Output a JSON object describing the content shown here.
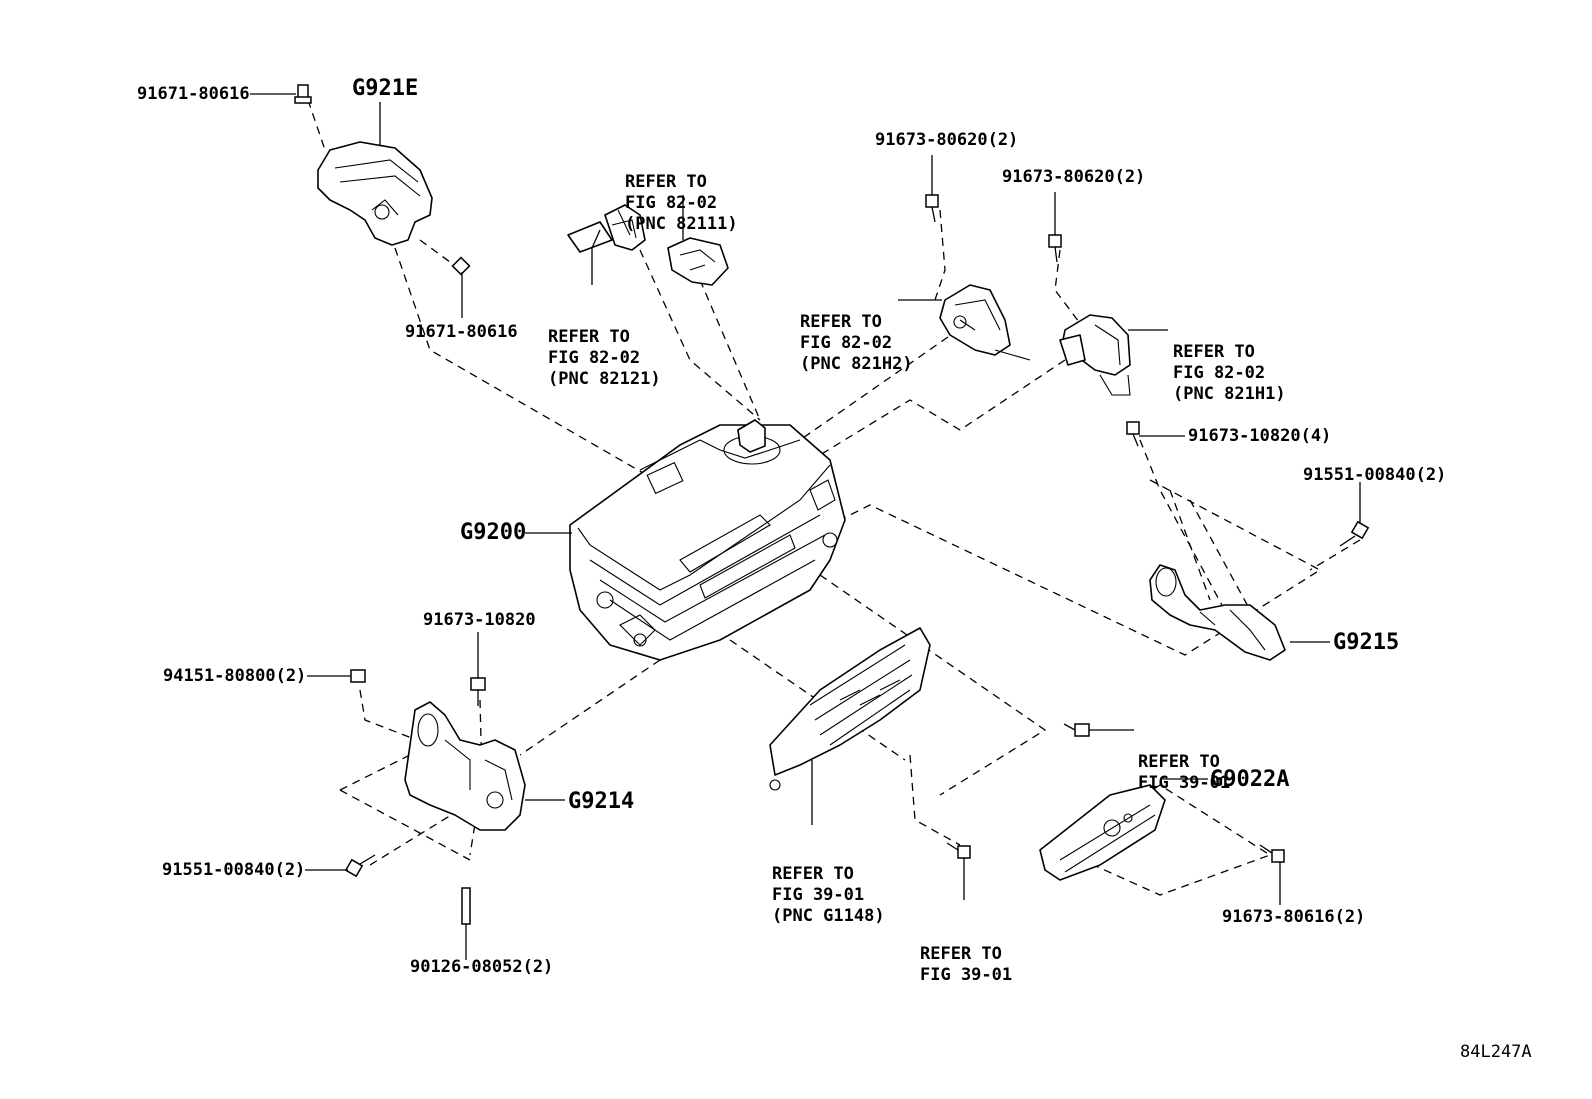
{
  "labels": {
    "cover_top": "G921E",
    "inverter": "G9200",
    "bracket_right": "G9215",
    "bracket_left": "G9214",
    "cover_small": "G9022A",
    "bolt_top_left": "91671-80616",
    "bolt_cover_side": "91671-80616",
    "bolt_sensor_a": "91673-80620(2)",
    "bolt_sensor_b": "91673-80620(2)",
    "bolt_right_4": "91673-10820(4)",
    "bolt_right_bracket": "91551-00840(2)",
    "bolt_left_single": "91673-10820",
    "nut_left": "94151-80800(2)",
    "bolt_left_bracket": "91551-00840(2)",
    "stud_left": "90126-08052(2)",
    "bolt_cover_small": "91673-80616(2)",
    "drawing_code": "84L247A"
  },
  "refs": {
    "ref_82111": [
      "REFER TO",
      "FIG 82-02",
      "(PNC 82111)"
    ],
    "ref_82121": [
      "REFER TO",
      "FIG 82-02",
      "(PNC 82121)"
    ],
    "ref_821H2": [
      "REFER TO",
      "FIG 82-02",
      "(PNC 821H2)"
    ],
    "ref_821H1": [
      "REFER TO",
      "FIG 82-02",
      "(PNC 821H1)"
    ],
    "ref_3901_a": [
      "REFER TO",
      "FIG 39-01"
    ],
    "ref_G1148": [
      "REFER TO",
      "FIG 39-01",
      "(PNC G1148)"
    ],
    "ref_3901_b": [
      "REFER TO",
      "FIG 39-01"
    ]
  }
}
